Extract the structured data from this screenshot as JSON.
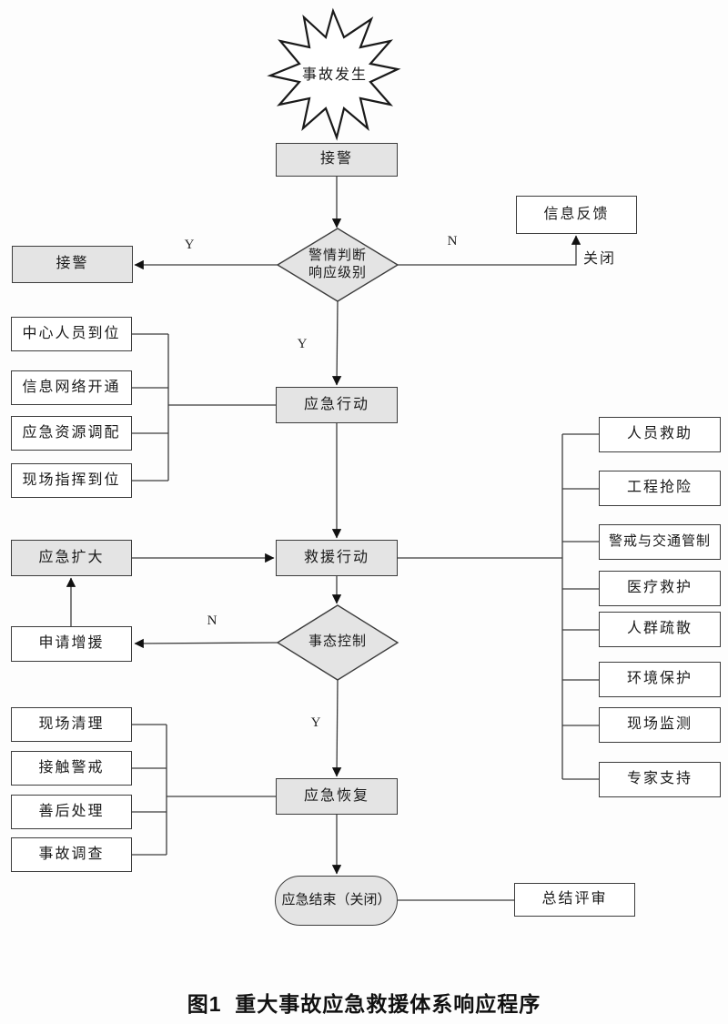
{
  "figure_title": "图1  重大事故应急救援体系响应程序",
  "colors": {
    "node_fill_gray": "#e4e4e4",
    "node_fill_white": "#ffffff",
    "line": "#3c3c3c",
    "background": "#fdfdfd"
  },
  "nodes": {
    "start": "事故发生",
    "receive_alarm": "接警",
    "decision_level": {
      "line1": "警情判断",
      "line2": "响应级别"
    },
    "info_feedback": "信息反馈",
    "receive_alarm_left": "接警",
    "emergency_action": "应急行动",
    "rescue_action": "救援行动",
    "emergency_expand": "应急扩大",
    "request_reinforcement": "申请增援",
    "decision_control": "事态控制",
    "emergency_recovery": "应急恢复",
    "emergency_end": "应急结束（关闭）",
    "summary_review": "总结评审",
    "preparation_tasks": [
      "中心人员到位",
      "信息网络开通",
      "应急资源调配",
      "现场指挥到位"
    ],
    "rescue_tasks": [
      "人员救助",
      "工程抢险",
      "警戒与交通管制",
      "医疗救护",
      "人群疏散",
      "环境保护",
      "现场监测",
      "专家支持"
    ],
    "recovery_tasks": [
      "现场清理",
      "接触警戒",
      "善后处理",
      "事故调查"
    ]
  },
  "edge_labels": {
    "yes": "Y",
    "no": "N",
    "close": "关闭"
  }
}
